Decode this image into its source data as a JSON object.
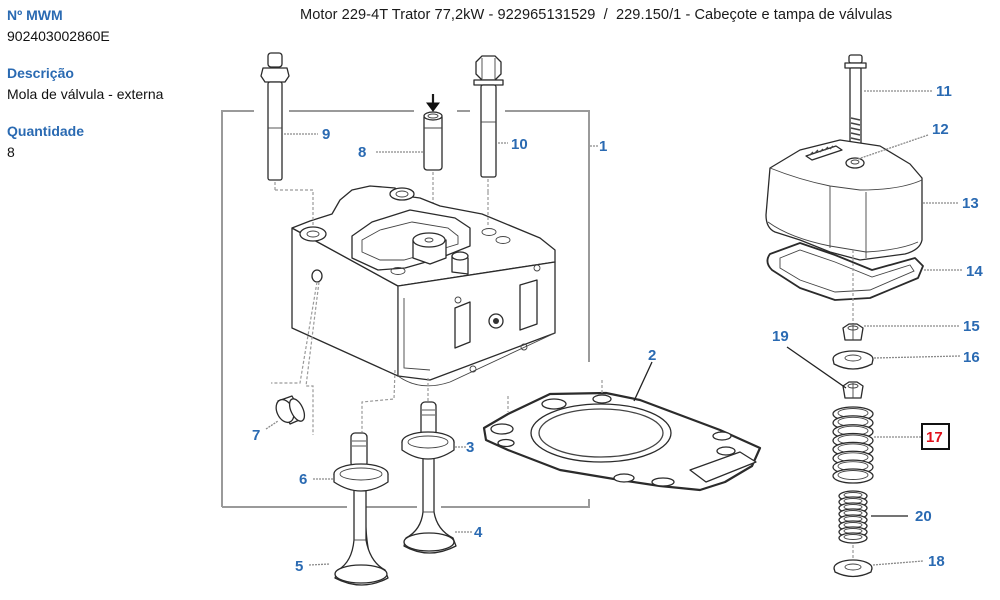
{
  "info": {
    "part_number_label": "Nº MWM",
    "part_number_value": "902403002860E",
    "description_label": "Descrição",
    "description_value": "Mola de válvula - externa",
    "quantity_label": "Quantidade",
    "quantity_value": "8"
  },
  "header": {
    "title": "Motor 229-4T Trator 77,2kW - 922965131529  /  229.150/1 - Cabeçote e tampa de válvulas"
  },
  "diagram": {
    "highlighted_callout": "17",
    "colors": {
      "callout_text": "#2a6ab2",
      "highlight_text": "#e0101a",
      "label_text": "#2a6ab2",
      "highlight_border": "#111111"
    },
    "callouts": [
      {
        "id": "1",
        "label": "1",
        "part": "cylinder-head-assembly"
      },
      {
        "id": "2",
        "label": "2",
        "part": "cylinder-head-gasket"
      },
      {
        "id": "3",
        "label": "3",
        "part": "valve-seat-ring-intake"
      },
      {
        "id": "4",
        "label": "4",
        "part": "intake-valve"
      },
      {
        "id": "5",
        "label": "5",
        "part": "exhaust-valve"
      },
      {
        "id": "6",
        "label": "6",
        "part": "valve-seat-ring-exhaust"
      },
      {
        "id": "7",
        "label": "7",
        "part": "plug"
      },
      {
        "id": "8",
        "label": "8",
        "part": "valve-guide"
      },
      {
        "id": "9",
        "label": "9",
        "part": "stud-bolt"
      },
      {
        "id": "10",
        "label": "10",
        "part": "head-bolt"
      },
      {
        "id": "11",
        "label": "11",
        "part": "cover-bolt"
      },
      {
        "id": "12",
        "label": "12",
        "part": "seal-washer"
      },
      {
        "id": "13",
        "label": "13",
        "part": "valve-cover"
      },
      {
        "id": "14",
        "label": "14",
        "part": "cover-gasket"
      },
      {
        "id": "15",
        "label": "15",
        "part": "valve-cotter"
      },
      {
        "id": "16",
        "label": "16",
        "part": "spring-retainer"
      },
      {
        "id": "17",
        "label": "17",
        "part": "outer-valve-spring"
      },
      {
        "id": "18",
        "label": "18",
        "part": "spring-seat-washer"
      },
      {
        "id": "19",
        "label": "19",
        "part": "valve-rotator"
      },
      {
        "id": "20",
        "label": "20",
        "part": "inner-valve-spring"
      }
    ]
  }
}
